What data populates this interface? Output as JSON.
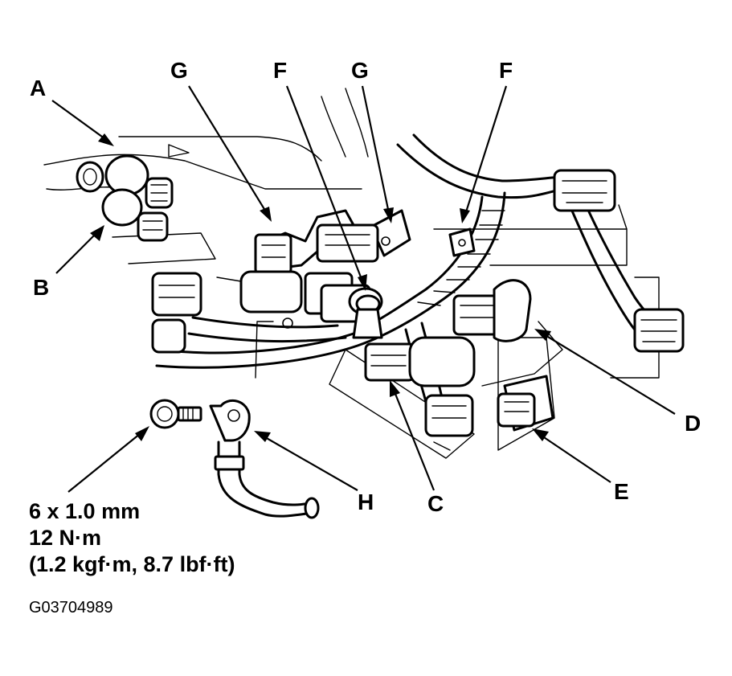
{
  "callouts": {
    "a": "A",
    "b": "B",
    "c": "C",
    "d": "D",
    "e": "E",
    "f_left": "F",
    "f_right": "F",
    "g_left": "G",
    "g_right": "G",
    "h": "H"
  },
  "torque_spec": {
    "bolt_size": "6 x 1.0 mm",
    "torque_nm": "12 N·m",
    "torque_alt": "(1.2 kgf·m, 8.7 lbf·ft)"
  },
  "figure_id": "G03704989",
  "colors": {
    "line": "#000000",
    "background": "#ffffff"
  }
}
